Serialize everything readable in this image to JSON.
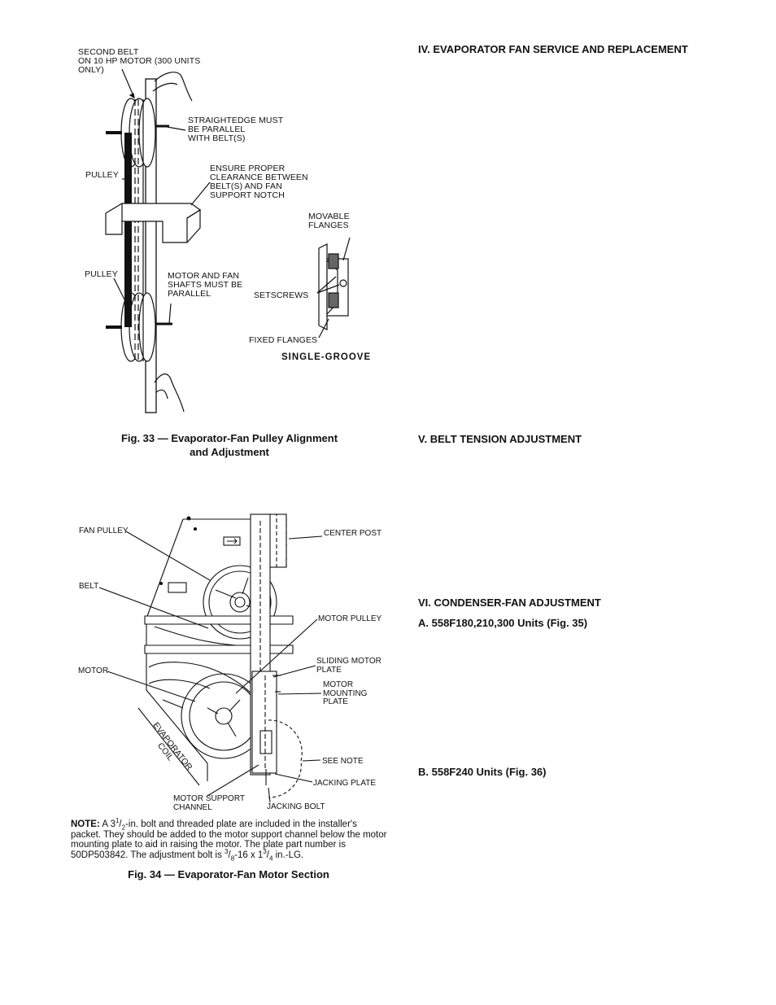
{
  "sections": [
    {
      "id": "iv",
      "title": "IV. EVAPORATOR FAN SERVICE AND REPLACEMENT"
    },
    {
      "id": "v",
      "title": "V. BELT TENSION ADJUSTMENT"
    },
    {
      "id": "vi",
      "title": "VI. CONDENSER-FAN ADJUSTMENT"
    },
    {
      "id": "vi_a",
      "title": "A. 558F180,210,300 Units (Fig. 35)"
    },
    {
      "id": "vi_b",
      "title": "B. 558F240 Units (Fig. 36)"
    }
  ],
  "fig33": {
    "caption_line1": "Fig. 33 — Evaporator-Fan Pulley Alignment",
    "caption_line2": "and Adjustment",
    "labels": {
      "second_belt": "SECOND BELT\nON 10 HP MOTOR (300 UNITS\nONLY)",
      "straightedge": "STRAIGHTEDGE MUST\nBE PARALLEL\nWITH BELT(S)",
      "ensure_clearance": "ENSURE PROPER\nCLEARANCE BETWEEN\nBELT(S) AND FAN\nSUPPORT NOTCH",
      "pulley_top": "PULLEY",
      "pulley_bottom": "PULLEY",
      "motor_fan_shafts": "MOTOR AND FAN\nSHAFTS MUST BE\nPARALLEL",
      "movable_flanges": "MOVABLE\nFLANGES",
      "setscrews": "SETSCREWS",
      "fixed_flanges": "FIXED FLANGES",
      "single_groove": "SINGLE-GROOVE"
    }
  },
  "fig34": {
    "caption": "Fig. 34 — Evaporator-Fan Motor Section",
    "labels": {
      "fan_pulley": "FAN PULLEY",
      "belt": "BELT",
      "motor": "MOTOR",
      "center_post": "CENTER POST",
      "motor_pulley": "MOTOR PULLEY",
      "sliding_motor_plate": "SLIDING MOTOR\nPLATE",
      "motor_mounting_plate": "MOTOR\nMOUNTING\nPLATE",
      "see_note": "SEE NOTE",
      "jacking_plate": "JACKING PLATE",
      "motor_support_channel": "MOTOR SUPPORT\nCHANNEL",
      "jacking_bolt": "JACKING BOLT",
      "evaporator_coil": "EVAPORATOR\nCOIL"
    },
    "note": {
      "label": "NOTE:",
      "t1": " A 3",
      "f1_num": "1",
      "f1_sep": "/",
      "f1_den": "2",
      "t2": "-in. bolt and threaded plate are included in the installer's packet. They should be added to the motor support channel below the motor mounting plate to aid in raising the motor. The plate part number is 50DP503842. The adjustment bolt is ",
      "f2_num": "3",
      "f2_den": "8",
      "t3": "-16 x 1",
      "f3_num": "3",
      "f3_den": "4",
      "t4": " in.-LG."
    }
  }
}
